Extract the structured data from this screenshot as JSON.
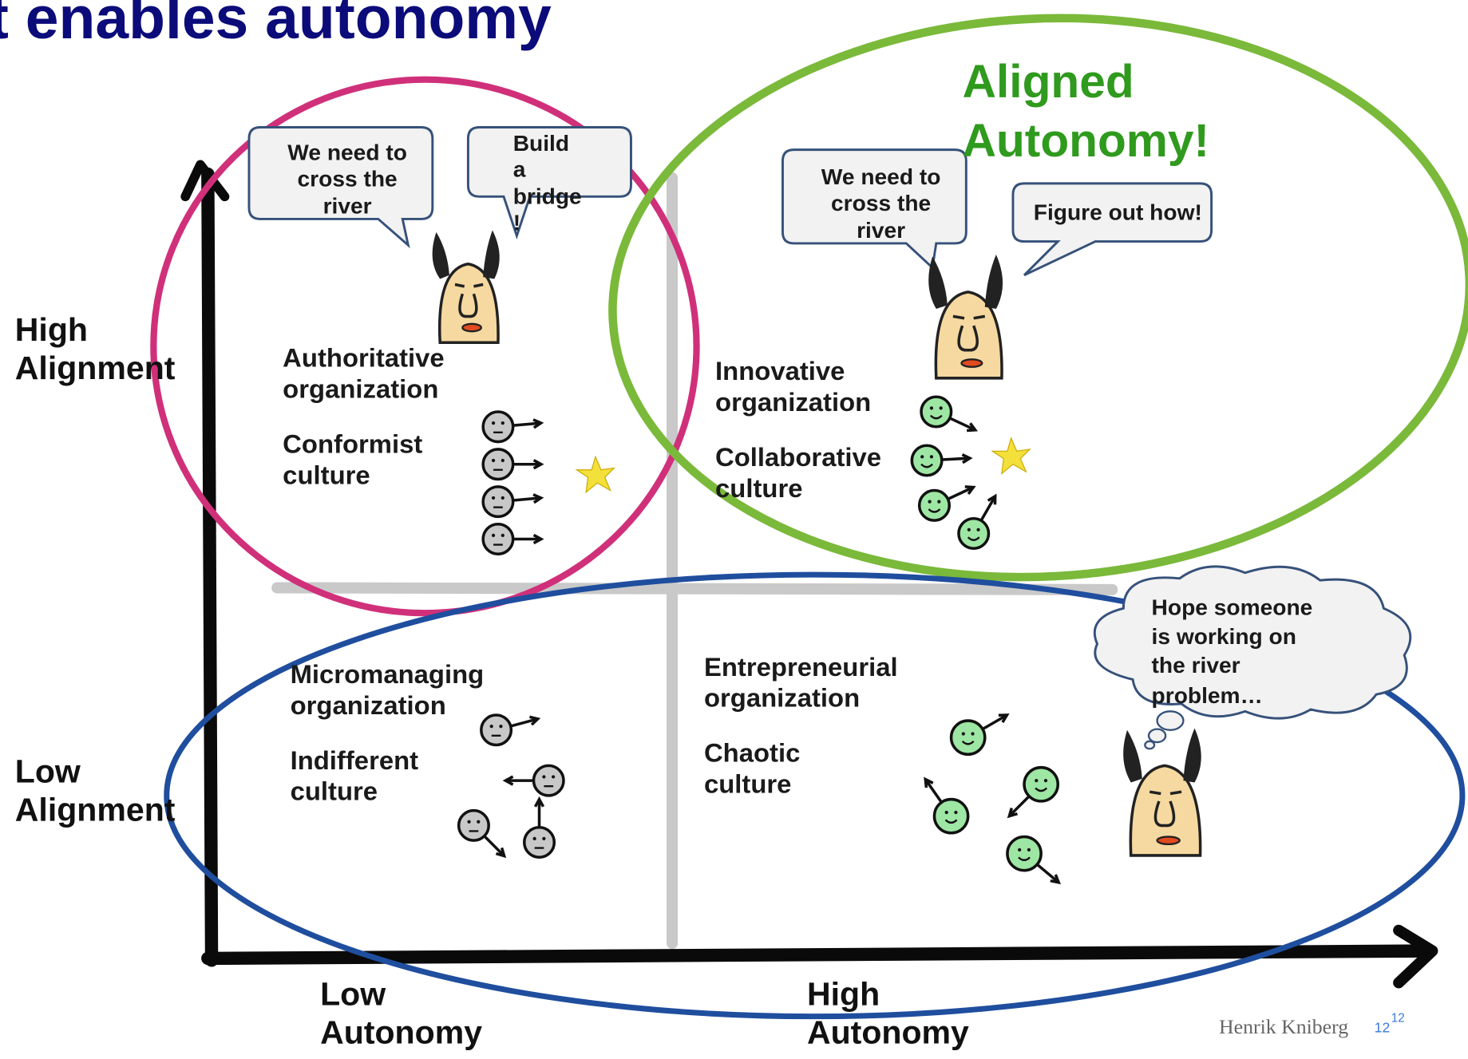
{
  "title": "t enables autonomy",
  "axes": {
    "y_high": "High\nAlignment",
    "y_low": "Low\nAlignment",
    "x_low": "Low\nAutonomy",
    "x_high": "High\nAutonomy"
  },
  "quadrants": {
    "top_left": {
      "organization": "Authoritative\norganization",
      "culture": "Conformist\nculture"
    },
    "top_right": {
      "organization": "Innovative\norganization",
      "culture": "Collaborative\nculture"
    },
    "bottom_left": {
      "organization": "Micromanaging\norganization",
      "culture": "Indifferent\nculture"
    },
    "bottom_right": {
      "organization": "Entrepreneurial\norganization",
      "culture": "Chaotic\nculture"
    }
  },
  "bubbles": {
    "tl_need": "We need to\ncross the\nriver",
    "tl_build": "Build\na\nbridge\n!",
    "tr_need": "We need to\ncross the\nriver",
    "tr_figure": "Figure out how!",
    "br_hope": "Hope someone\nis working on\nthe river\nproblem…"
  },
  "highlight": "Aligned\nAutonomy!",
  "footer": {
    "author": "Henrik Kniberg",
    "page_small": "12",
    "page_super": "12"
  },
  "colors": {
    "pink": "#d0307a",
    "green": "#7ab93a",
    "blue": "#1f4e9e",
    "title": "#0b0b7a",
    "highlight_text": "#2f9a1d",
    "face_gray": "#c8c8c8",
    "face_green": "#9ee6a4",
    "skin": "#f6d9a0",
    "star": "#f3e03a"
  }
}
